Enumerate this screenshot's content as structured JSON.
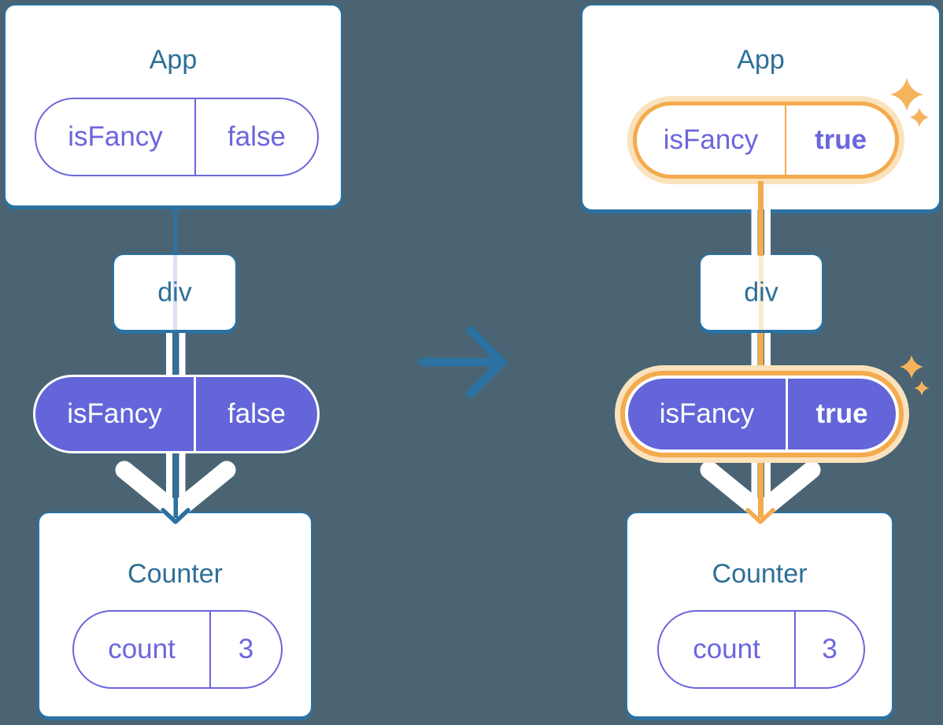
{
  "colors": {
    "background": "#4A6473",
    "line_blue": "#2B72A2",
    "title_text": "#2E6F97",
    "purple_fill": "#6365D9",
    "purple_text": "#6B66DC",
    "orange": "#F3AB4D",
    "orange_light": "#FAE2BC",
    "cream_line": "#FBEBCE",
    "lavender_line": "#D9E0F3",
    "sparkle": "#F5B45C",
    "card_bg": "#FFFFFF"
  },
  "before": {
    "app": {
      "title": "App",
      "prop_name": "isFancy",
      "prop_value": "false"
    },
    "div_label": "div",
    "passed_prop": {
      "name": "isFancy",
      "value": "false"
    },
    "counter": {
      "title": "Counter",
      "state_name": "count",
      "state_value": "3"
    }
  },
  "after": {
    "app": {
      "title": "App",
      "prop_name": "isFancy",
      "prop_value": "true"
    },
    "div_label": "div",
    "passed_prop": {
      "name": "isFancy",
      "value": "true"
    },
    "counter": {
      "title": "Counter",
      "state_name": "count",
      "state_value": "3"
    }
  }
}
